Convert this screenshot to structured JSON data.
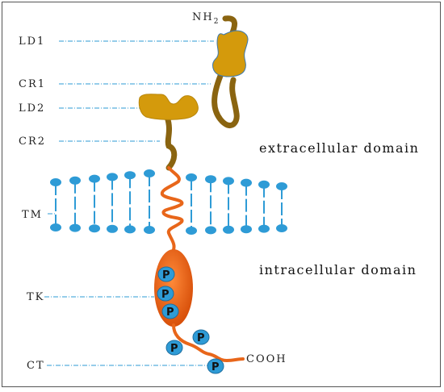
{
  "labels": {
    "ld1": "LD1",
    "cr1": "CR1",
    "ld2": "LD2",
    "cr2": "CR2",
    "tm": "TM",
    "tk": "TK",
    "ct": "CT"
  },
  "termini": {
    "n_terminus": "NH",
    "n_terminus_sub": "2",
    "c_terminus": "COOH"
  },
  "domains": {
    "extracellular": "extracellular domain",
    "intracellular": "intracellular domain"
  },
  "phospho_label": "P",
  "colors": {
    "ligand_domain": "#D49A0C",
    "ligand_outline": "#3A78B0",
    "linker": "#8A6410",
    "intracellular_chain": "#E8661A",
    "kinase": "#E8661A",
    "phosphate": "#2E9BD6",
    "membrane": "#2E9BD6",
    "leader_line": "#2E9BD6"
  }
}
